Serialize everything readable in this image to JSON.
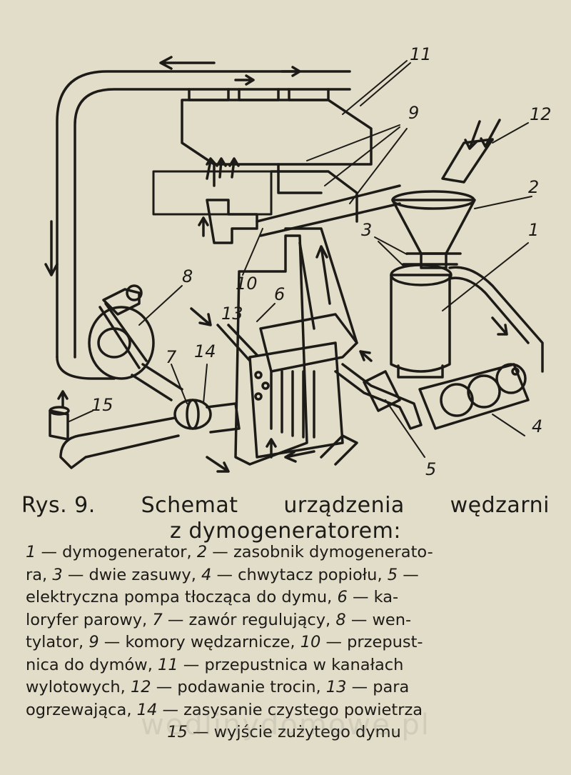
{
  "labels": {
    "n1": "1",
    "n2": "2",
    "n3": "3",
    "n4": "4",
    "n5": "5",
    "n6": "6",
    "n7": "7",
    "n8": "8",
    "n9": "9",
    "n10": "10",
    "n11": "11",
    "n12": "12",
    "n13": "13",
    "n14": "14",
    "n15": "15"
  },
  "caption": {
    "fig": "Rys. 9.",
    "word1": "Schemat",
    "word2": "urządzenia",
    "word3": "wędzarni",
    "line2": "z dymogeneratorem:"
  },
  "legend": {
    "r1a": "1",
    "r1b": " — dymogenerator, ",
    "r1c": "2",
    "r1d": " — zasobnik dymogenerato-",
    "r2a": "ra, ",
    "r2b": "3",
    "r2c": " — dwie zasuwy, ",
    "r2d": "4",
    "r2e": " — chwytacz popiołu, ",
    "r2f": "5",
    "r2g": " —",
    "r3a": "elektryczna pompa tłocząca do dymu, ",
    "r3b": "6",
    "r3c": " — ka-",
    "r4a": "loryfer parowy, ",
    "r4b": "7",
    "r4c": " — zawór regulujący, ",
    "r4d": "8",
    "r4e": " — wen-",
    "r5a": "tylator, ",
    "r5b": "9",
    "r5c": " — komory wędzarnicze, ",
    "r5d": "10",
    "r5e": " — przepust-",
    "r6a": "nica do dymów, ",
    "r6b": "11",
    "r6c": " — przepustnica w kanałach",
    "r7a": "wylotowych, ",
    "r7b": "12",
    "r7c": " — podawanie trocin, ",
    "r7d": "13",
    "r7e": " — para",
    "r8a": "ogrzewająca, ",
    "r8b": "14",
    "r8c": " — zasysanie czystego powietrza",
    "r9a": "15",
    "r9b": " — wyjście zużytego dymu"
  },
  "watermark": "wedlinydomowe.pl"
}
